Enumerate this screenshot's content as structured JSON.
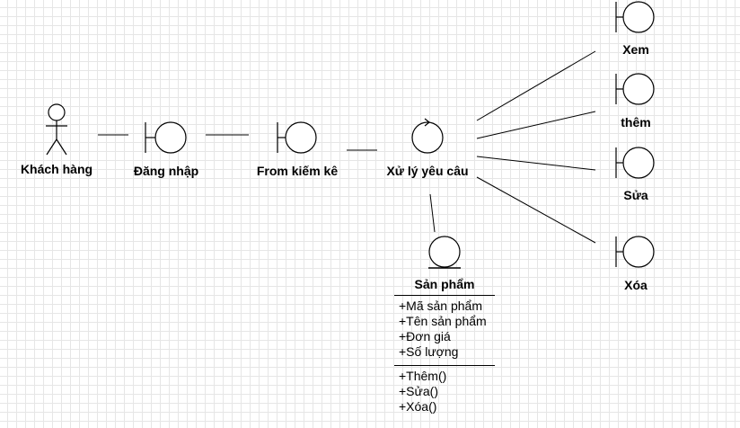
{
  "actor": {
    "label": "Khách hàng"
  },
  "boundaries": {
    "login": "Đăng nhập",
    "inventory_form": "From  kiếm kê",
    "view": "Xem",
    "add": "thêm",
    "edit": "Sửa",
    "delete": "Xóa"
  },
  "control": {
    "label": "Xử lý  yêu câu"
  },
  "entity": {
    "name": "Sản phẩm",
    "attributes": [
      "+Mã sản phẩm",
      "+Tên sản phẩm",
      "+Đơn giá",
      "+Số lượng"
    ],
    "methods": [
      "+Thêm()",
      "+Sửa()",
      "+Xóa()"
    ]
  },
  "colors": {
    "stroke": "#000000",
    "fill": "#ffffff",
    "grid": "#e6e6e6"
  }
}
